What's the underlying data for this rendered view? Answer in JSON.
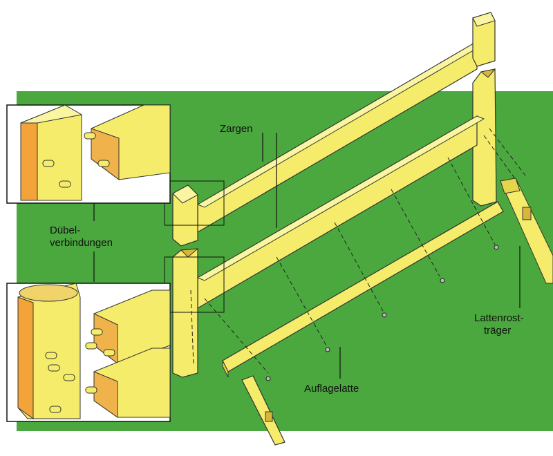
{
  "labels": {
    "zargen": "Zargen",
    "duebel_line1": "Dübel-",
    "duebel_line2": "verbindungen",
    "lattenrost_line1": "Lattenrost-",
    "lattenrost_line2": "träger",
    "auflagelatte": "Auflagelatte"
  },
  "colors": {
    "background_green": "#4aa83e",
    "wood": "#f4ec6a",
    "wood_side": "#e6d54a",
    "wood_shadow": "#d8b63a",
    "endgrain": "#f0b24a",
    "inset_orange": "#f2a33a"
  }
}
